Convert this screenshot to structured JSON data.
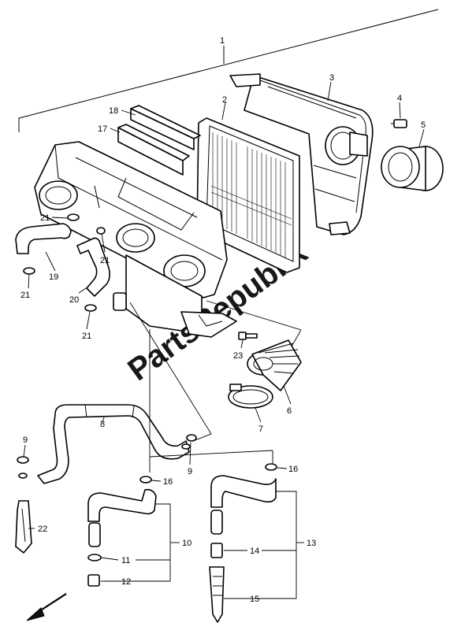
{
  "watermark": "PartsRepublik",
  "callouts": [
    {
      "id": "c1",
      "text": "1"
    },
    {
      "id": "c2",
      "text": "2"
    },
    {
      "id": "c3",
      "text": "3"
    },
    {
      "id": "c4",
      "text": "4"
    },
    {
      "id": "c5",
      "text": "5"
    },
    {
      "id": "c6",
      "text": "6"
    },
    {
      "id": "c7",
      "text": "7"
    },
    {
      "id": "c8",
      "text": "8"
    },
    {
      "id": "c9a",
      "text": "9"
    },
    {
      "id": "c9b",
      "text": "9"
    },
    {
      "id": "c10",
      "text": "10"
    },
    {
      "id": "c11",
      "text": "11"
    },
    {
      "id": "c12",
      "text": "12"
    },
    {
      "id": "c13",
      "text": "13"
    },
    {
      "id": "c14",
      "text": "14"
    },
    {
      "id": "c15",
      "text": "15"
    },
    {
      "id": "c16a",
      "text": "16"
    },
    {
      "id": "c16b",
      "text": "16"
    },
    {
      "id": "c17",
      "text": "17"
    },
    {
      "id": "c18",
      "text": "18"
    },
    {
      "id": "c19",
      "text": "19"
    },
    {
      "id": "c20",
      "text": "20"
    },
    {
      "id": "c21a",
      "text": "21"
    },
    {
      "id": "c21b",
      "text": "21"
    },
    {
      "id": "c21c",
      "text": "21"
    },
    {
      "id": "c21d",
      "text": "21"
    },
    {
      "id": "c22",
      "text": "22"
    },
    {
      "id": "c23",
      "text": "23"
    }
  ]
}
